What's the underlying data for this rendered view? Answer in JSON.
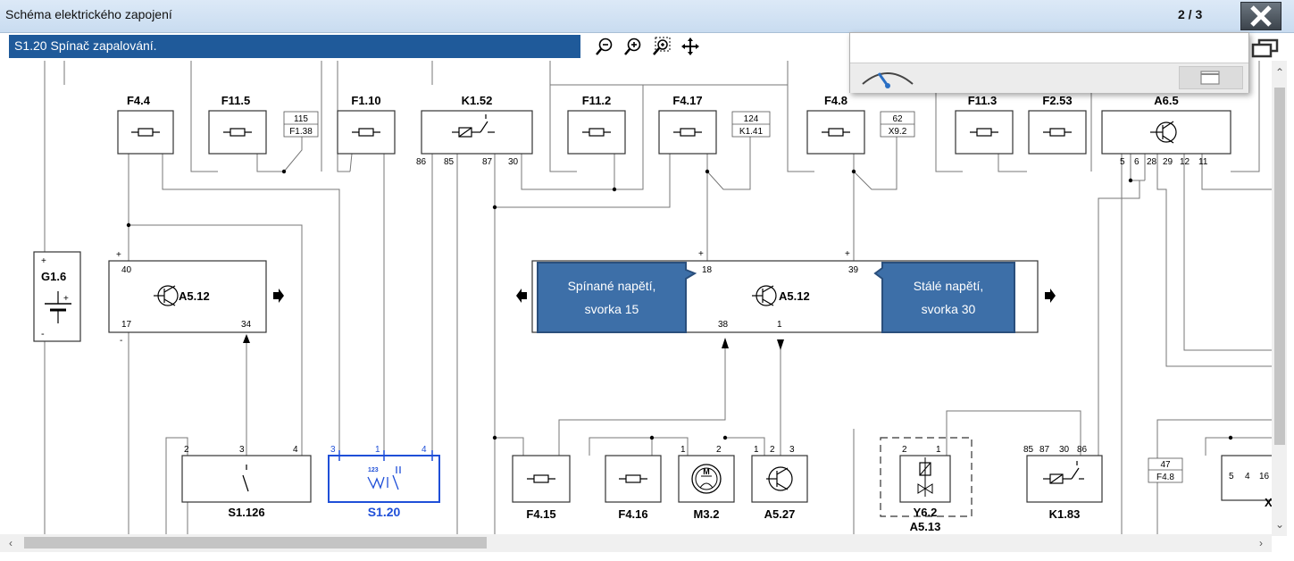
{
  "window": {
    "title": "Schéma elektrického zapojení",
    "page_indicator": "2 / 3"
  },
  "subtitle": "S1.20  Spínač zapalování.",
  "toolbar": {
    "icons": [
      "zoom-out-icon",
      "zoom-in-icon",
      "zoom-fit-icon",
      "pan-icon"
    ]
  },
  "fuses_top": {
    "f44": "F4.4",
    "f115": "F11.5",
    "f110": "F1.10",
    "k152": "K1.52",
    "f112": "F11.2",
    "f417": "F4.17",
    "f48": "F4.8",
    "f113": "F11.3",
    "f253": "F2.53",
    "a65": "A6.5"
  },
  "refs": {
    "r1a": "115",
    "r1b": "F1.38",
    "r2a": "124",
    "r2b": "K1.41",
    "r3a": "62",
    "r3b": "X9.2",
    "r4a": "47",
    "r4b": "F4.8"
  },
  "pins": {
    "k152": [
      "86",
      "85",
      "87",
      "30"
    ],
    "a65": [
      "5",
      "6",
      "28",
      "29",
      "12",
      "11"
    ],
    "a512_left": {
      "p40": "40",
      "p17": "17",
      "p34": "34",
      "plus": "+",
      "minus": "-"
    },
    "a512_center": {
      "p18": "18",
      "p39": "39",
      "p38": "38",
      "p1": "1",
      "plus1": "+",
      "plus2": "+"
    },
    "s1126": [
      "2",
      "3",
      "4"
    ],
    "s120": [
      "3",
      "1",
      "4"
    ],
    "m32": [
      "1",
      "2"
    ],
    "a527": [
      "1",
      "2",
      "3"
    ],
    "y62": [
      "2",
      "1"
    ],
    "k183": [
      "85",
      "87",
      "30",
      "86"
    ],
    "right_edge": [
      "5",
      "4",
      "16"
    ]
  },
  "components": {
    "g16": "G1.6",
    "g16_plus": "+",
    "g16_plus_small": "+",
    "g16_minus": "-",
    "a512_left": "A5.12",
    "a512_center": "A5.12",
    "s1126": "S1.126",
    "s120": "S1.20",
    "s120_symbol": "123",
    "f415": "F4.15",
    "f416": "F4.16",
    "m32": "M3.2",
    "m32_symbol": "M",
    "a527": "A5.27",
    "y62": "Y6.2",
    "a513": "A5.13",
    "k183": "K1.83",
    "edge_x": "X"
  },
  "callouts": {
    "left_line1": "Spínané napětí,",
    "left_line2": "svorka 15",
    "right_line1": "Stálé napětí,",
    "right_line2": "svorka 30"
  },
  "colors": {
    "titlebar": "#c9dcf0",
    "subbar": "#1f5a9a",
    "callout": "#3d6fa8",
    "callout_border": "#2a4f7c",
    "highlight": "#1f4fd8"
  }
}
